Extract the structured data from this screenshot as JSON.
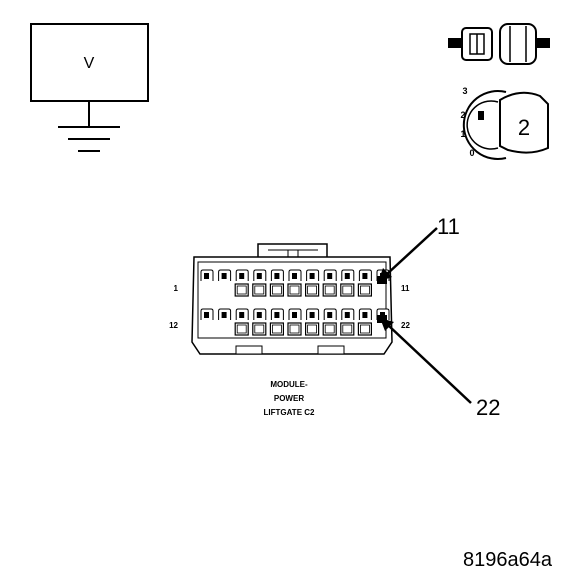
{
  "meter": {
    "symbol": "V"
  },
  "ignition": {
    "positions": [
      "3",
      "2",
      "1",
      "0"
    ],
    "key_number": "2"
  },
  "connector": {
    "callout_top": "11",
    "callout_bottom": "22",
    "pin_labels": {
      "row1_left": "1",
      "row1_right": "11",
      "row2_left": "12",
      "row2_right": "22"
    },
    "caption_lines": [
      "MODULE-",
      "POWER",
      "LIFTGATE C2"
    ],
    "pins_per_row": 11
  },
  "figure_id": "8196a64a"
}
